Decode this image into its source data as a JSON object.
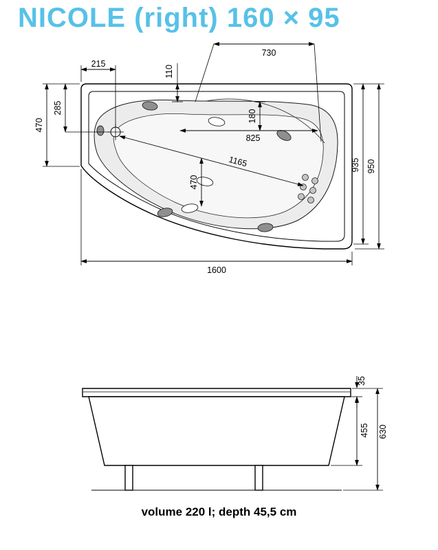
{
  "title": "NICOLE (right) 160 × 95",
  "caption": "volume 220 l; depth 45,5 cm",
  "accent_color": "#57c1e8",
  "line_color": "#000000",
  "top_view": {
    "label": "bathtub top view",
    "dims": {
      "drain_from_left": "215",
      "rim_inset": "110",
      "backrest_width": "730",
      "drain_from_top": "285",
      "left_edge_depth": "470",
      "headrest_depth": "180",
      "basin_length": "825",
      "diagonal_length": "1165",
      "basin_width": "470",
      "inner_width": "935",
      "outer_width": "950",
      "total_length": "1600"
    }
  },
  "side_view": {
    "label": "bathtub side view",
    "dims": {
      "rim_thickness": "35",
      "shell_height": "455",
      "total_height": "630"
    }
  }
}
